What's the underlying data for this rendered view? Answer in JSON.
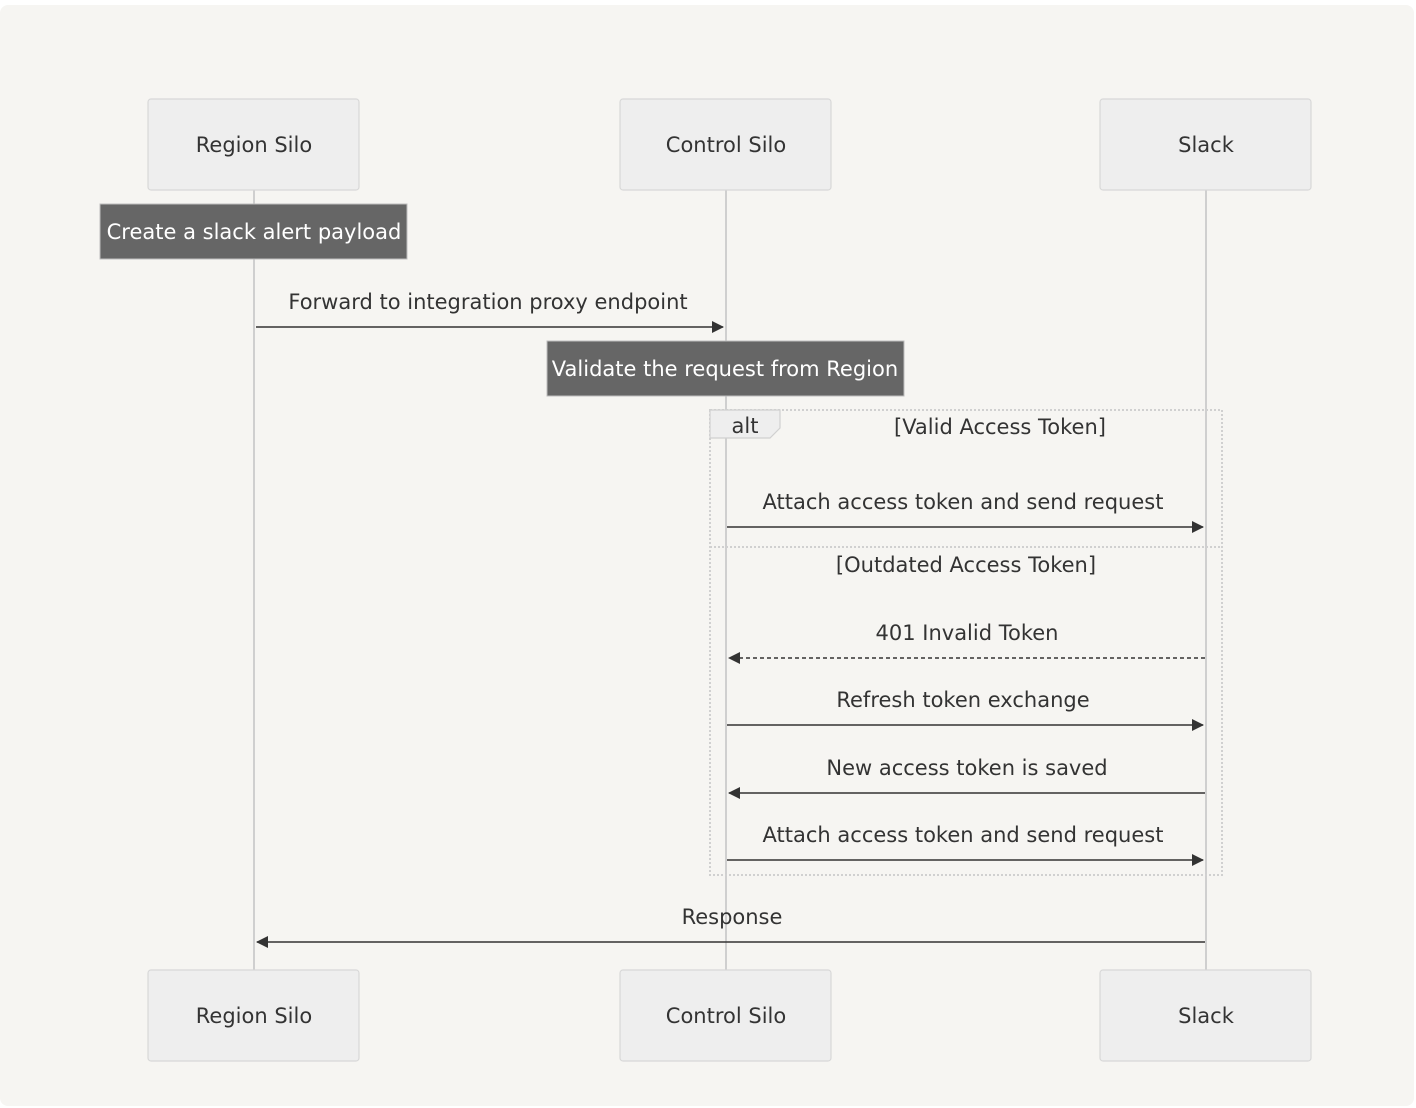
{
  "actors": [
    {
      "id": "region",
      "label": "Region Silo"
    },
    {
      "id": "control",
      "label": "Control Silo"
    },
    {
      "id": "slack",
      "label": "Slack"
    }
  ],
  "notes": [
    {
      "text": "Create a slack alert payload",
      "over": "region"
    },
    {
      "text": "Validate the request from Region",
      "over": "control"
    }
  ],
  "alt": {
    "keyword": "alt",
    "sections": [
      {
        "condition": "[Valid Access Token]"
      },
      {
        "condition": "[Outdated Access Token]"
      }
    ]
  },
  "messages": [
    {
      "text": "Forward to integration proxy endpoint",
      "from": "region",
      "to": "control",
      "style": "solid"
    },
    {
      "text": "Attach access token and send request",
      "from": "control",
      "to": "slack",
      "style": "solid"
    },
    {
      "text": "401 Invalid Token",
      "from": "slack",
      "to": "control",
      "style": "dashed"
    },
    {
      "text": "Refresh token exchange",
      "from": "control",
      "to": "slack",
      "style": "solid"
    },
    {
      "text": "New access token is saved",
      "from": "slack",
      "to": "control",
      "style": "solid"
    },
    {
      "text": "Attach access token and send request",
      "from": "control",
      "to": "slack",
      "style": "solid"
    },
    {
      "text": "Response",
      "from": "slack",
      "to": "region",
      "style": "solid"
    }
  ],
  "colors": {
    "background": "#f6f5f2",
    "actor_fill": "#eeeeee",
    "note_fill": "#666666",
    "line": "#333333"
  }
}
